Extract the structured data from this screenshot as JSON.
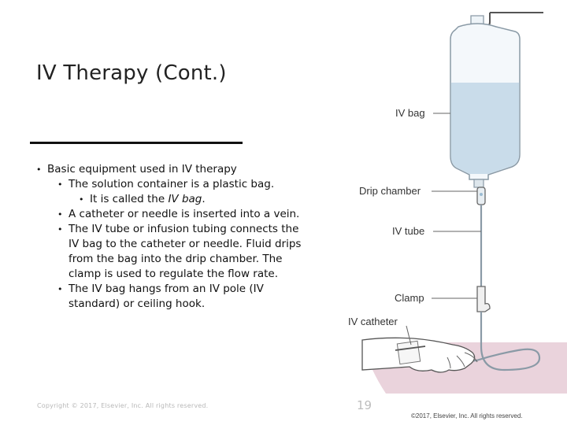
{
  "slide": {
    "title": "IV Therapy (Cont.)",
    "bullets": {
      "b1": "Basic equipment used in IV therapy",
      "b1_1": "The solution container is a plastic bag.",
      "b1_1_1_pre": "It is called the ",
      "b1_1_1_em": "IV bag",
      "b1_1_1_post": ".",
      "b1_2": "A catheter or needle is inserted into a vein.",
      "b1_3": "The IV tube or infusion tubing connects the IV bag to the catheter or needle. Fluid drips from the bag into the drip chamber. The clamp is used to regulate the flow rate.",
      "b1_4": "The IV bag hangs from an IV pole (IV standard) or ceiling hook."
    },
    "footer_copyright": "Copyright © 2017, Elsevier, Inc. All rights reserved.",
    "page_number": "19"
  },
  "figure": {
    "labels": {
      "iv_bag": "IV bag",
      "drip_chamber": "Drip chamber",
      "iv_tube": "IV tube",
      "clamp": "Clamp",
      "iv_catheter": "IV catheter"
    },
    "credit": "©2017, Elsevier, Inc. All rights reserved.",
    "colors": {
      "fluid": "#c9dcea",
      "bag_outline": "#8a9aa6",
      "table_surface": "#ead3dc"
    }
  }
}
